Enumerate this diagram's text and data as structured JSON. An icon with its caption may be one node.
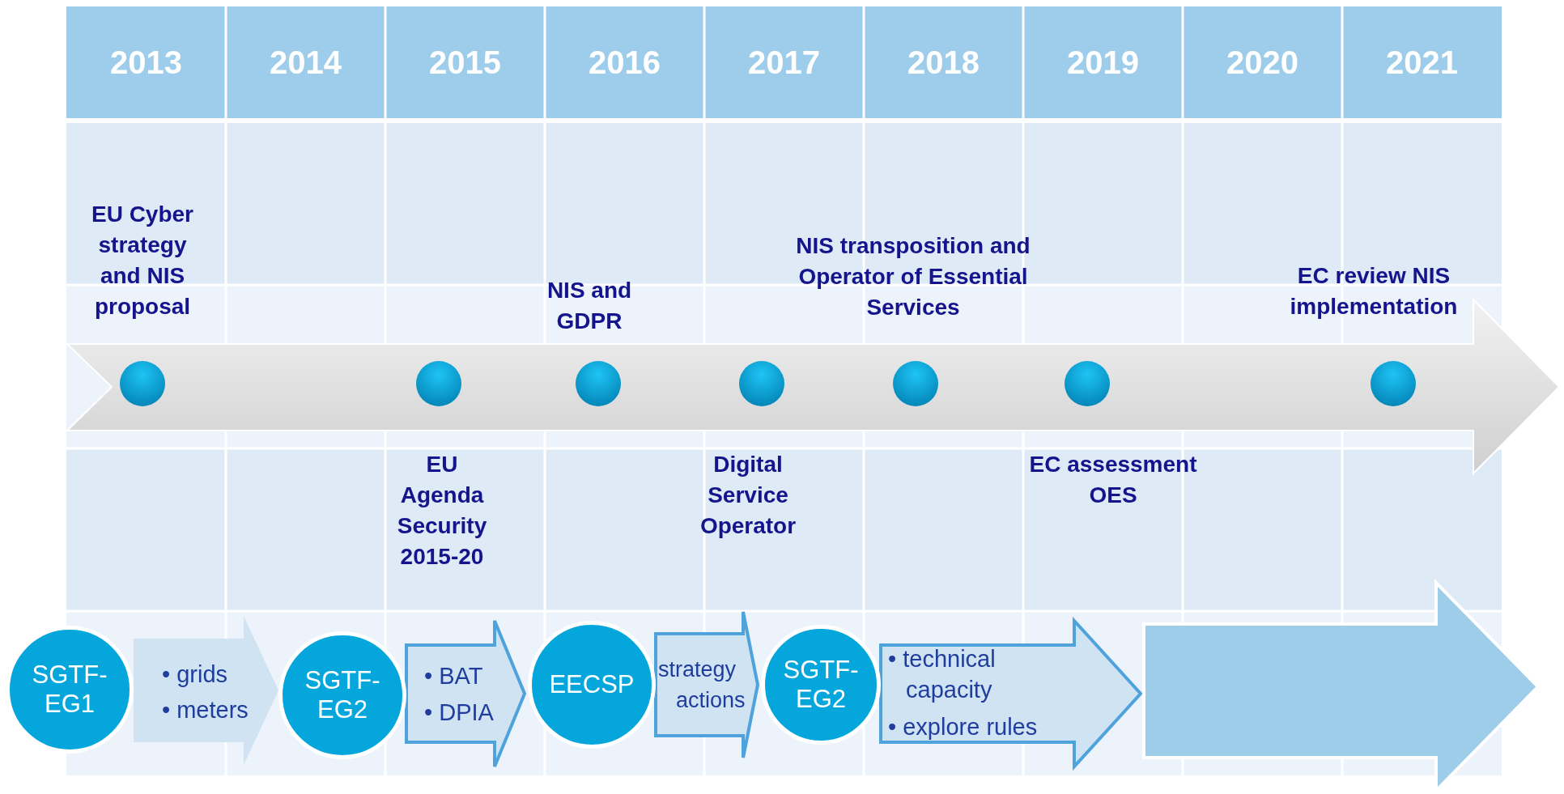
{
  "diagram": {
    "nodes": [
      {
        "text": [
          "SGTF-EG1"
        ]
      },
      {
        "text": [
          "SGTF-EG2"
        ]
      },
      {
        "text": [
          "EECSP"
        ]
      },
      {
        "text": [
          "SGTF-EG2"
        ]
      },
      {
        "text": [],
        "shape": "arrow"
      }
    ],
    "edges": [
      {
        "from": 0,
        "to": 1,
        "arrow": "to"
      },
      {
        "from": 1,
        "to": 2,
        "arrow": "to"
      },
      {
        "from": 2,
        "to": 3,
        "arrow": "to"
      },
      {
        "from": 3,
        "to": 4,
        "arrow": "to"
      }
    ],
    "labels": [
      "2013",
      "2014",
      "2015",
      "2016",
      "2017",
      "2018",
      "2019",
      "2020",
      "2021",
      "EU Cyber strategy and NIS proposal",
      "NIS and GDPR",
      "NIS transposition and Operator of Essential Services",
      "EC review NIS implementation",
      "EU Agenda Security 2015-20",
      "Digital Service Operator",
      "EC assessment OES",
      "• grids",
      "• meters",
      "• BAT",
      "• DPIA",
      "strategy actions",
      "• technical capacity",
      "• explore rules"
    ]
  }
}
